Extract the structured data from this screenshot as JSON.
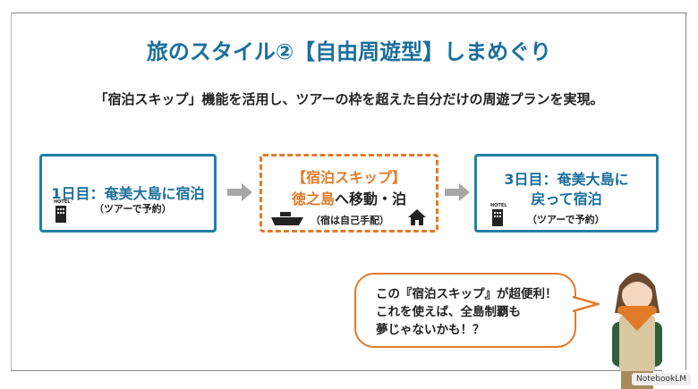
{
  "title": "旅のスタイル②【自由周遊型】しまめぐり",
  "subtitle": "「宿泊スキップ」機能を活用し、ツアーの枠を超えた自分だけの周遊プランを実現。",
  "steps": [
    {
      "line1": "1日目：奄美大島に宿泊",
      "note": "（ツアーで予約）",
      "icon": "hotel-icon"
    },
    {
      "line1": "【宿泊スキップ】",
      "line2a": "徳之島",
      "line2b": "へ移動・泊",
      "note": "（宿は自己手配）",
      "icons": [
        "ship-icon",
        "house-icon"
      ]
    },
    {
      "line1": "3日目：奄美大島に",
      "line2": "戻って宿泊",
      "note": "（ツアーで予約）",
      "icon": "hotel-icon"
    }
  ],
  "hotel_label": "HOTEL",
  "bubble": {
    "line1": "この『宿泊スキップ』が超便利！",
    "line2": "これを使えば、全島制覇も",
    "line3": "夢じゃないかも！？"
  },
  "watermark": "NotebookLM",
  "colors": {
    "blue": "#1b6f9c",
    "orange": "#e07b2a",
    "gray": "#a6a6a6"
  }
}
